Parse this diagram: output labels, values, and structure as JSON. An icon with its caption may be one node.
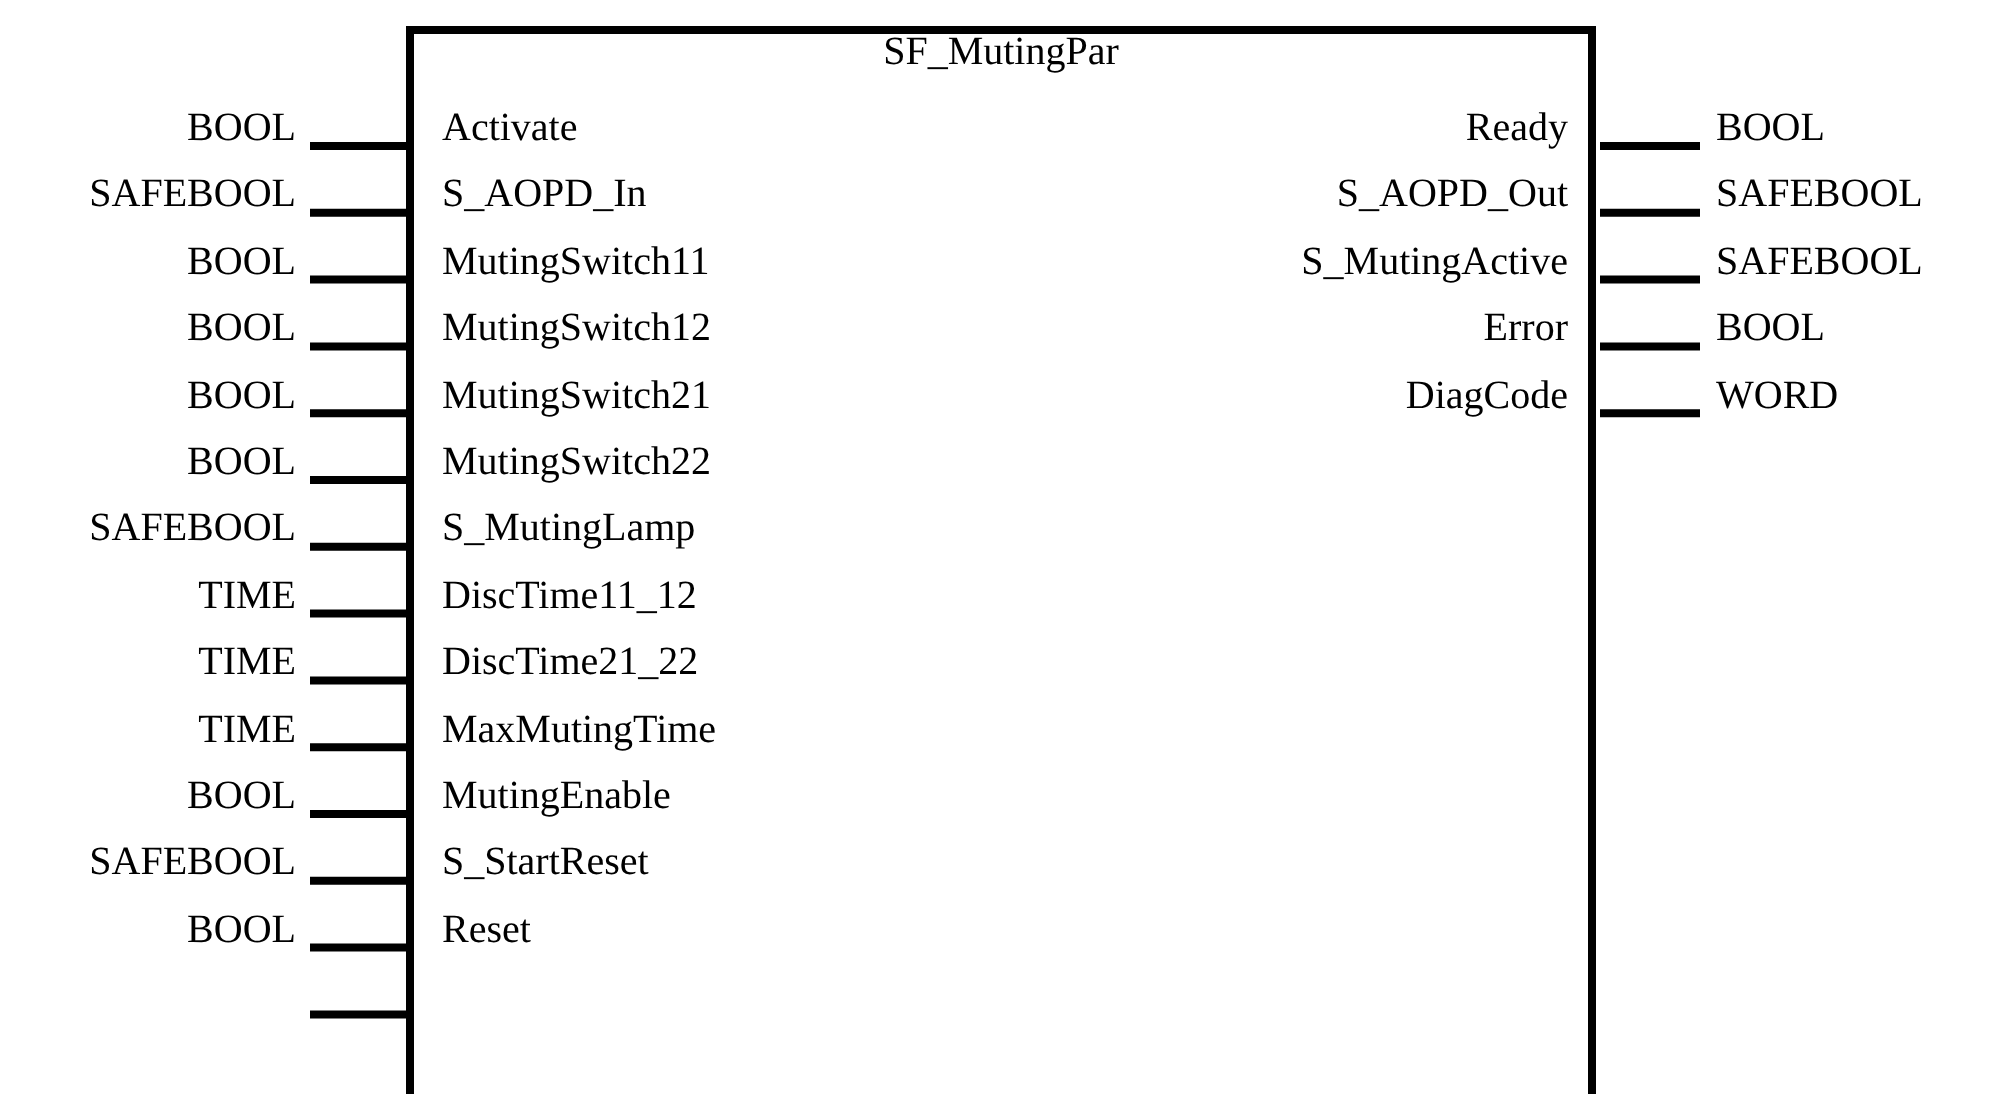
{
  "diagram": {
    "nodes": [
      {
        "text": [
          "SF_MutingPar"
        ]
      }
    ],
    "labels": [
      "BOOL",
      "Activate",
      "Ready",
      "BOOL",
      "SAFEBOOL",
      "S_AOPD_In",
      "S_AOPD_Out",
      "SAFEBOOL",
      "BOOL",
      "MutingSwitch11",
      "S_MutingActive",
      "SAFEBOOL",
      "BOOL",
      "MutingSwitch12",
      "Error",
      "BOOL",
      "BOOL",
      "MutingSwitch21",
      "DiagCode",
      "WORD",
      "BOOL",
      "MutingSwitch22",
      "SAFEBOOL",
      "S_MutingLamp",
      "TIME",
      "DiscTime11_12",
      "TIME",
      "DiscTime21_22",
      "TIME",
      "MaxMutingTime",
      "BOOL",
      "MutingEnable",
      "SAFEBOOL",
      "S_StartReset",
      "BOOL",
      "Reset"
    ]
  }
}
